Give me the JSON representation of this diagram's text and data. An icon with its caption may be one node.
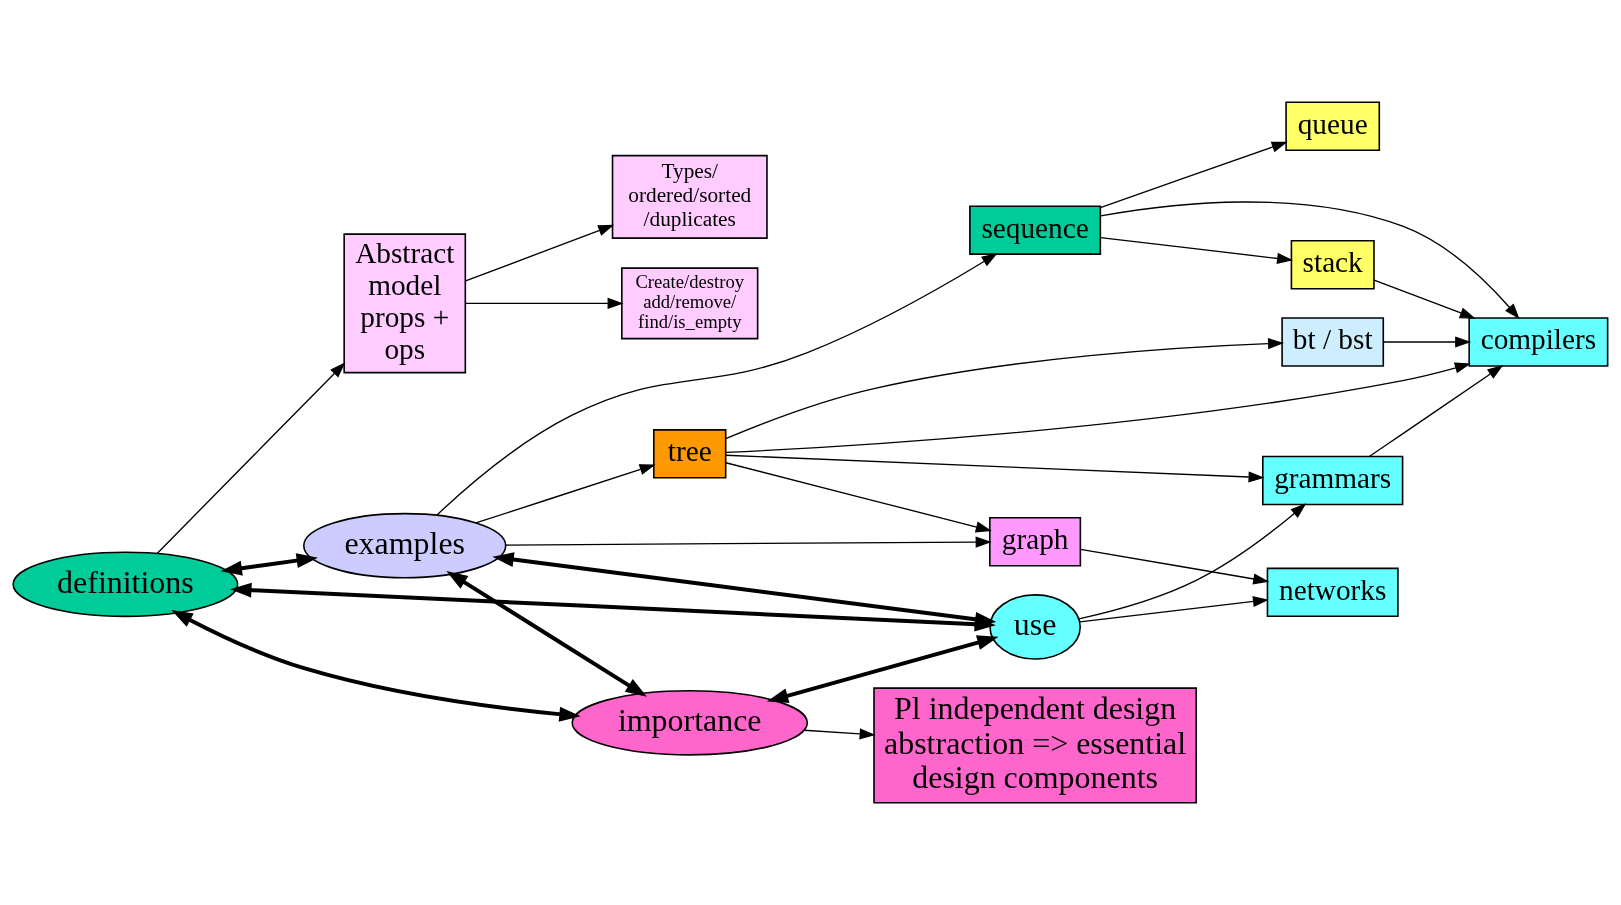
{
  "diagram": {
    "nodes": [
      {
        "text": [
          "Abstract model props + ops"
        ]
      },
      {
        "text": [
          "Types/ ordered/sorted /duplicates"
        ]
      },
      {
        "text": [
          "Create/destroy add/remove/ find/is_empty"
        ]
      },
      {
        "text": [
          "definitions"
        ]
      },
      {
        "text": [
          "examples"
        ]
      },
      {
        "text": [
          "importance"
        ]
      },
      {
        "text": [
          "use"
        ]
      },
      {
        "text": [
          "Pl independent design abstraction => essential design components"
        ]
      },
      {
        "text": [
          "sequence"
        ]
      },
      {
        "text": [
          "stack"
        ]
      },
      {
        "text": [
          "queue"
        ]
      },
      {
        "text": [
          "tree"
        ]
      },
      {
        "text": [
          "bt / bst"
        ]
      },
      {
        "text": [
          "graph"
        ]
      },
      {
        "text": [
          "grammars"
        ]
      },
      {
        "text": [
          "compilers"
        ]
      },
      {
        "text": [
          "networks"
        ]
      }
    ],
    "edges": [
      {
        "from": 0,
        "to": 1,
        "arrow": "to"
      },
      {
        "from": 3,
        "to": 0,
        "arrow": "to"
      },
      {
        "from": 0,
        "to": 2,
        "arrow": "to"
      },
      {
        "from": 3,
        "to": 4,
        "arrow": "both",
        "style": "thick"
      },
      {
        "from": 3,
        "to": 5,
        "arrow": "both",
        "style": "thick"
      },
      {
        "from": 3,
        "to": 6,
        "arrow": "both",
        "style": "thick"
      },
      {
        "from": 4,
        "to": 5,
        "arrow": "both",
        "style": "thick"
      },
      {
        "from": 4,
        "to": 6,
        "arrow": "both",
        "style": "thick"
      },
      {
        "from": 5,
        "to": 6,
        "arrow": "both",
        "style": "thick"
      },
      {
        "from": 5,
        "to": 7,
        "arrow": "to"
      },
      {
        "from": 4,
        "to": 8,
        "arrow": "to"
      },
      {
        "from": 4,
        "to": 11,
        "arrow": "to"
      },
      {
        "from": 4,
        "to": 13,
        "arrow": "to"
      },
      {
        "from": 8,
        "to": 9,
        "arrow": "to"
      },
      {
        "from": 8,
        "to": 10,
        "arrow": "to"
      },
      {
        "from": 11,
        "to": 12,
        "arrow": "to"
      },
      {
        "from": 11,
        "to": 13,
        "arrow": "to"
      },
      {
        "from": 11,
        "to": 14,
        "arrow": "to"
      },
      {
        "from": 12,
        "to": 15,
        "arrow": "to"
      },
      {
        "from": 6,
        "to": 14,
        "arrow": "to"
      },
      {
        "from": 6,
        "to": 16,
        "arrow": "to"
      },
      {
        "from": 14,
        "to": 15,
        "arrow": "to"
      },
      {
        "from": 13,
        "to": 16,
        "arrow": "to"
      },
      {
        "from": 8,
        "to": 15,
        "arrow": "to"
      },
      {
        "from": 9,
        "to": 15,
        "arrow": "to"
      },
      {
        "from": 11,
        "to": 15,
        "arrow": "to"
      }
    ]
  }
}
